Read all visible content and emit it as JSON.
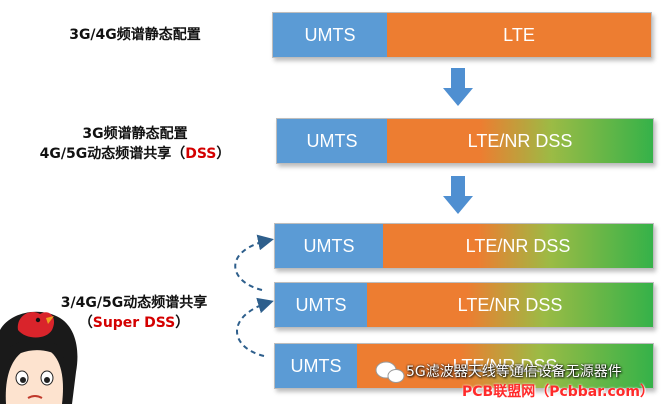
{
  "labels": {
    "static_config": "3G/4G频谱静态配置",
    "dss_line1": "3G频谱静态配置",
    "dss_line2_prefix": "4G/5G动态频谱共享（",
    "dss_line2_highlight": "DSS",
    "dss_line2_suffix": "）",
    "super_line1": "3/4G/5G动态频谱共享",
    "super_line2_prefix": "（",
    "super_line2_highlight": "Super DSS",
    "super_line2_suffix": "）"
  },
  "bars": {
    "bar1": {
      "umts": "UMTS",
      "right": "LTE"
    },
    "bar2": {
      "umts": "UMTS",
      "right": "LTE/NR DSS"
    },
    "bar3": {
      "umts": "UMTS",
      "right": "LTE/NR DSS"
    },
    "bar4": {
      "umts": "UMTS",
      "right": "LTE/NR DSS"
    },
    "bar5": {
      "umts": "UMTS",
      "right": "LTE/NR DSS"
    }
  },
  "watermark": {
    "channel": "5G滤波器天线等通信设备无源器件",
    "site": "PCB联盟网（Pcbbar.com）"
  },
  "colors": {
    "umts": "#5b9bd5",
    "lte": "#ed7d31",
    "nr_green": "#35b249",
    "arrow": "#4f8fd1",
    "highlight": "#d40000"
  }
}
